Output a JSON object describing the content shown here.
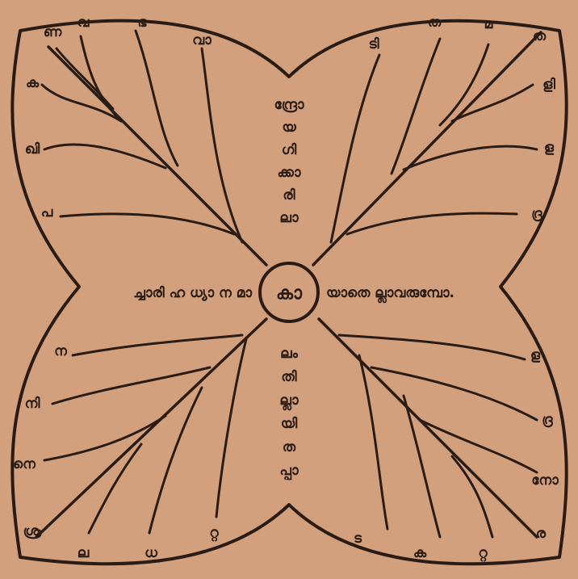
{
  "center_letter": "കാ",
  "vertical_top": [
    "ന്ദ്രോ",
    "യ",
    "ഗി",
    "ക്കാ",
    "രി",
    "ലാ"
  ],
  "vertical_bottom": [
    "ലം",
    "തി",
    "ല്ലാ",
    "യി",
    "ത",
    "പ്പാ"
  ],
  "row_left": "ച്ചാരി ഹ ധ്യാ ന മാ",
  "row_right": "യാതെ ല്ലാവരുമ്പോ.",
  "rim": {
    "top_left_top": [
      "ണ",
      "വ",
      "ഭ",
      "വാ"
    ],
    "top_left_side": [
      "ക",
      "ഖി",
      "പ"
    ],
    "top_right_top": [
      "ടി",
      "ത",
      "മ",
      "ത"
    ],
    "top_right_side": [
      "ളി",
      "ള",
      "ദ്ര"
    ],
    "bottom_left_side": [
      "ന",
      "നി",
      "നെ"
    ],
    "bottom_left_bottom": [
      "ശ്ര",
      "ല",
      "ധ",
      "റ്റ"
    ],
    "bottom_right_side": [
      "ള",
      "ദ്ര",
      "നോ"
    ],
    "bottom_right_bottom": [
      "ട",
      "ക",
      "റ്റ",
      "ര"
    ]
  },
  "colors": {
    "paper": "#d3a07e",
    "ink": "#2a1c14"
  }
}
